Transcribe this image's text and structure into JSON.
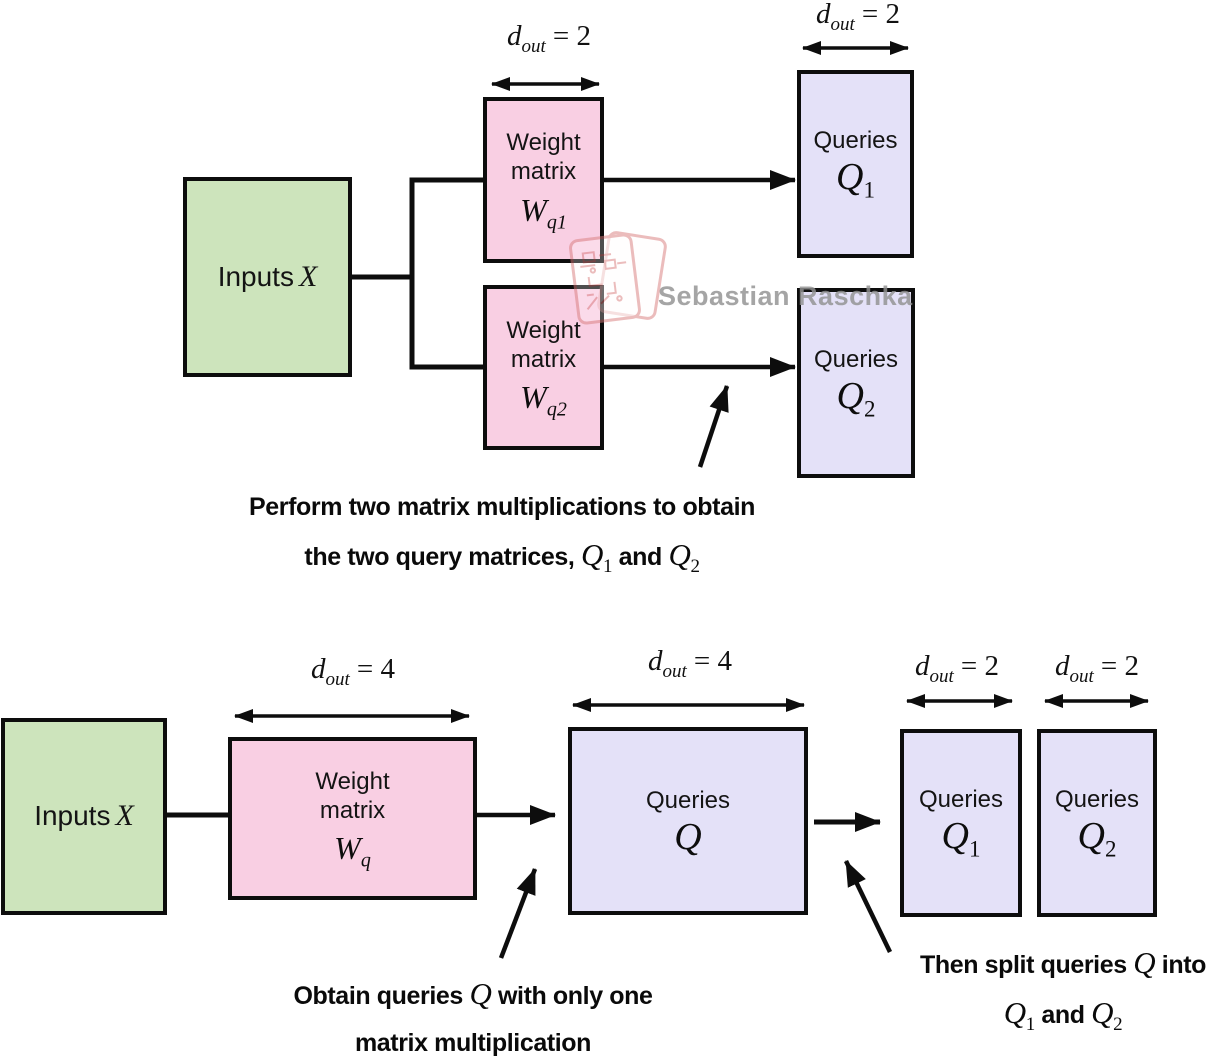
{
  "watermark": {
    "text": "Sebastian Raschka"
  },
  "colors": {
    "inputs_fill": "#cde4bc",
    "weight_fill": "#f9cfe3",
    "queries_fill": "#e4e1f8",
    "stroke": "#0d0d0d",
    "watermark_text": "#929292",
    "watermark_logo": "#d97c7c"
  },
  "top_diagram": {
    "dim_weight": {
      "var": "d",
      "sub": "out",
      "eq": "= 2"
    },
    "dim_queries": {
      "var": "d",
      "sub": "out",
      "eq": "= 2"
    },
    "inputs": {
      "label": "Inputs",
      "var": "X"
    },
    "weight1": {
      "line1": "Weight",
      "line2": "matrix",
      "var": "W",
      "sub": "q1"
    },
    "weight2": {
      "line1": "Weight",
      "line2": "matrix",
      "var": "W",
      "sub": "q2"
    },
    "queries1": {
      "label": "Queries",
      "var": "Q",
      "sub": "1"
    },
    "queries2": {
      "label": "Queries",
      "var": "Q",
      "sub": "2"
    },
    "caption": {
      "line1": "Perform two matrix multiplications to obtain",
      "line2_pre": "the two query matrices,",
      "q_var": "Q",
      "sub1": "1",
      "conj": "and",
      "sub2": "2"
    }
  },
  "bottom_diagram": {
    "dim_weight": {
      "var": "d",
      "sub": "out",
      "eq": "= 4"
    },
    "dim_queries": {
      "var": "d",
      "sub": "out",
      "eq": "= 4"
    },
    "dim_q1": {
      "var": "d",
      "sub": "out",
      "eq": "= 2"
    },
    "dim_q2": {
      "var": "d",
      "sub": "out",
      "eq": "= 2"
    },
    "inputs": {
      "label": "Inputs",
      "var": "X"
    },
    "weight": {
      "line1": "Weight",
      "line2": "matrix",
      "var": "W",
      "sub": "q"
    },
    "queries": {
      "label": "Queries",
      "var": "Q"
    },
    "queries1": {
      "label": "Queries",
      "var": "Q",
      "sub": "1"
    },
    "queries2": {
      "label": "Queries",
      "var": "Q",
      "sub": "2"
    },
    "caption_obtain": {
      "pre": "Obtain queries",
      "q_var": "Q",
      "post": "with only one",
      "line2": "matrix multiplication"
    },
    "caption_split": {
      "pre": "Then split queries",
      "q_var": "Q",
      "post": "into",
      "sub1": "1",
      "conj": "and",
      "sub2": "2"
    }
  }
}
